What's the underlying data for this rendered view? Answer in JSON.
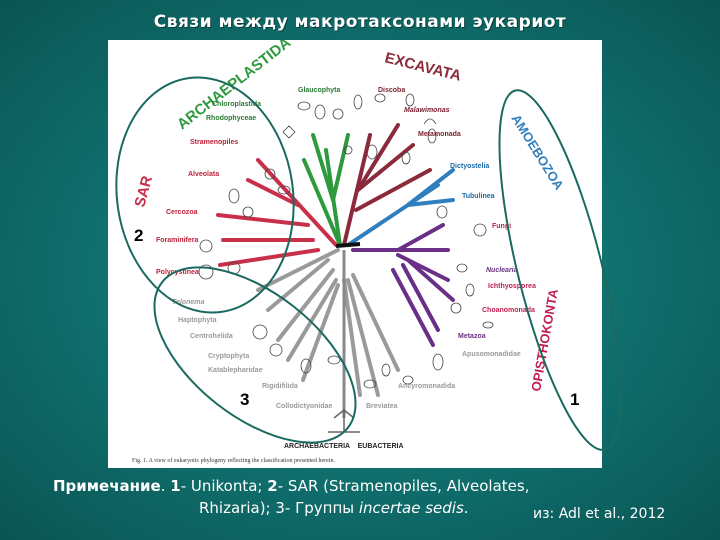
{
  "title": "Связи между макротаксонами эукариот",
  "supergroups": {
    "archaeplastida": "ARCHAEPLASTIDA",
    "excavata": "EXCAVATA",
    "amoebozoa": "AMOEBOZOA",
    "opisthokonta": "OPISTHOKONTA",
    "sar": "SAR"
  },
  "taxa": {
    "glaucophyta": "Glaucophyta",
    "chloroplastida": "Chloroplastida",
    "rhodophyceae": "Rhodophyceae",
    "discoba": "Discoba",
    "malawimonas": "Malawimonas",
    "metamonada": "Metamonada",
    "stramenopiles": "Stramenopiles",
    "alveolata": "Alveolata",
    "cercozoa": "Cercozoa",
    "foraminifera": "Foraminifera",
    "polycystinea": "Polycystinea",
    "dictyostelia": "Dictyostelia",
    "tubulinea": "Tubulinea",
    "fungi": "Fungi",
    "nucleariа": "Nuclearia",
    "ichthyosporea": "Ichthyosporea",
    "choanomonada": "Choanomonada",
    "metazoa": "Metazoa",
    "apusomonadidae": "Apusomonadidae",
    "ancyromonadida": "Ancyromonadida",
    "breviatea": "Breviatea",
    "collodictyonidae": "Collodictyonidae",
    "rigidifilida": "Rigidifilida",
    "katablepharidae": "Katablepharidae",
    "cryptophyta": "Cryptophyta",
    "centrohelida": "Centrohelida",
    "haptophyta": "Haptophyta",
    "telonema": "Telonema"
  },
  "root_label": "ARCHAEBACTERIA    EUBACTERIA",
  "figure_caption": "Fig. 1. A view of eukaryotic phylogeny reflecting the classification presented herein.",
  "markers": {
    "one": "1",
    "two": "2",
    "three": "3"
  },
  "note": {
    "prefix": "Примечание",
    "sep1": ". ",
    "n1": "1",
    "t1": "- Unikonta; ",
    "n2": "2",
    "t2": "- SAR (Stramenopiles, Alveolates,",
    "line2a": "Rhizaria); 3- Группы ",
    "line2b": "incertae sedis",
    "line2c": "."
  },
  "citation": "из: Adl et al., 2012",
  "colors": {
    "archaeplastida": "#2e9a3e",
    "excavata": "#8b2a3a",
    "amoebozoa": "#2f7fbf",
    "opisthokonta": "#6a2f86",
    "sar": "#c8304a",
    "incertae": "#9a9a9a",
    "ellipse": "#1b6a60"
  }
}
